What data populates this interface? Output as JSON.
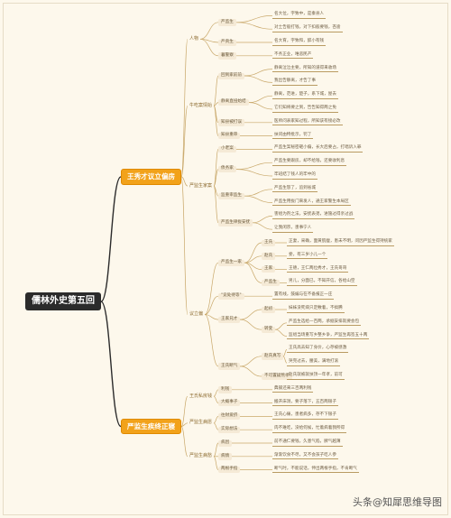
{
  "root": "儒林外史第五回",
  "watermark": "头条@知犀思维导图",
  "branches": [
    {
      "label": "王秀才议立偏房",
      "children": [
        {
          "label": "人物",
          "children": [
            {
              "label": "严监生",
              "children": [
                {
                  "label": "名大位，字致中，是秦县人"
                },
                {
                  "label": "对土告般打钱，对下扣般要钱，吝啬"
                }
              ]
            },
            {
              "label": "严贡生",
              "children": [
                {
                  "label": "名大育，字致和，醉小有钱"
                }
              ]
            },
            {
              "label": "暮警察",
              "children": [
                {
                  "label": "不务正业，唯恶民产"
                }
              ]
            }
          ]
        },
        {
          "label": "牛吃案情始",
          "children": [
            {
              "label": "回到家前前",
              "children": [
                {
                  "label": "静离泣泣主要，所知的道得来收场"
                },
                {
                  "label": "我出告静离，才告了事"
                }
              ]
            },
            {
              "label": "静离直扭始结",
              "children": [
                {
                  "label": "静离，范进，楚子，系下城，屋去"
                },
                {
                  "label": "它们知将要之到，告告知得两之免"
                }
              ]
            },
            {
              "label": "知县被打误",
              "children": [
                {
                  "label": "医师问表家知过程，所知该有接必改"
                }
              ]
            },
            {
              "label": "知县重审",
              "children": [
                {
                  "label": "扶问由特批示，罚了"
                }
              ]
            }
          ]
        },
        {
          "label": "严监生家案",
          "children": [
            {
              "label": "小老案",
              "children": [
                {
                  "label": "严监生案秘密砸小偏，长大后要占，打唱诉入罪"
                }
              ]
            },
            {
              "label": "债务家",
              "children": [
                {
                  "label": "严监生要跟房，却不给钱，还要收利息"
                },
                {
                  "label": "牢班结了钱人的牢中的"
                }
              ]
            },
            {
              "label": "监重审监生",
              "children": [
                {
                  "label": "严监生怒了，追到省城"
                },
                {
                  "label": "严监生用拢门来发人，通王家警生本局区"
                }
              ]
            },
            {
              "label": "严监生律拢安抚",
              "children": [
                {
                  "label": "害组为剂之法，安抚表弟，进施过得亲过战"
                },
                {
                  "label": "让我闲宗，患事宁人"
                }
              ]
            }
          ]
        },
        {
          "label": "议立偏",
          "children": [
            {
              "label": "严监生一家",
              "children": [
                {
                  "label": "王氏",
                  "children": [
                    {
                      "label": "正妻，采确，面黄肌瘦，患未不明，问因严监生得持统家"
                    }
                  ]
                },
                {
                  "label": "赵氏",
                  "children": [
                    {
                      "label": "妾，有三岁小儿一个"
                    }
                  ]
                },
                {
                  "label": "王家",
                  "children": [
                    {
                      "label": "王德，王仁两位秀才，王氏哥哥"
                    }
                  ]
                },
                {
                  "label": "严监生",
                  "children": [
                    {
                      "label": "男儿，分面已，不知开信，各给山空"
                    }
                  ]
                }
              ]
            },
            {
              "label": "\"竞处待等\"",
              "children": [
                {
                  "label": "置有线，鼓编与在不备报正一庄"
                }
              ]
            },
            {
              "label": "王家兄才",
              "children": [
                {
                  "label": "起初",
                  "children": [
                    {
                      "label": "妹妹没死病只定敷着，不搞腾"
                    }
                  ]
                },
                {
                  "label": "转变",
                  "children": [
                    {
                      "label": "严监生选给一百两，承据安排就要会包"
                    },
                    {
                      "label": "监组当场重写乡整乡争，严监生再签五十两"
                    }
                  ]
                }
              ]
            },
            {
              "label": "王氏断气",
              "children": [
                {
                  "label": "赵氏真写",
                  "children": [
                    {
                      "label": "王氏高去知了身价，心存被感激"
                    },
                    {
                      "label": "哭完过去，腰美，满地打滚"
                    }
                  ]
                },
                {
                  "label": "不可置疑熬孝",
                  "children": [
                    {
                      "label": "赵氏就被就扶顶一年孝，前可"
                    }
                  ]
                }
              ]
            }
          ]
        }
      ]
    },
    {
      "label": "严监生疾终正寝",
      "children": [
        {
          "label": "王氏私房钱",
          "children": [
            {
              "label": "利钱",
              "children": [
                {
                  "label": "典铺还来三百两利钱"
                }
              ]
            },
            {
              "label": "大概事子",
              "children": [
                {
                  "label": "搬开床洞，要子落下，五百两银子"
                }
              ]
            }
          ]
        },
        {
          "label": "严监生病愿",
          "children": [
            {
              "label": "往财爱挤",
              "children": [
                {
                  "label": "王氏心痛，患者病多，存不下银子"
                }
              ]
            },
            {
              "label": "实际想法",
              "children": [
                {
                  "label": "肉不难吃，没给何候，忙着病着我所得"
                }
              ]
            }
          ]
        },
        {
          "label": "严监生病愁",
          "children": [
            {
              "label": "病因",
              "children": [
                {
                  "label": "前不通仁要钱，久患气陷，脾气越薄"
                }
              ]
            },
            {
              "label": "病情",
              "children": [
                {
                  "label": "渐渐饮食不尽，又不会孩子吃人参"
                }
              ]
            },
            {
              "label": "两根手指",
              "children": [
                {
                  "label": "断气时，不能说话，伸出两根手指，不肯断气"
                }
              ]
            }
          ]
        }
      ]
    }
  ]
}
